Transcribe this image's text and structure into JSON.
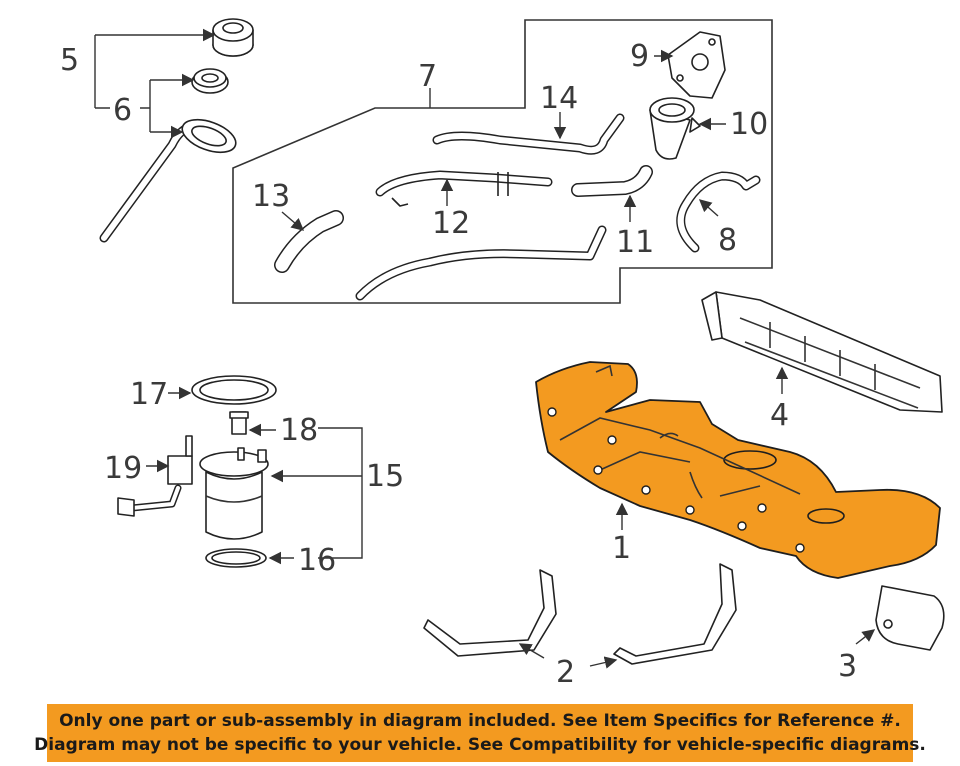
{
  "diagram": {
    "colors": {
      "highlight": "#f39a20",
      "line": "#222222",
      "background": "#ffffff"
    },
    "callouts": {
      "c1": "1",
      "c2": "2",
      "c3": "3",
      "c4": "4",
      "c5": "5",
      "c6": "6",
      "c7": "7",
      "c8": "8",
      "c9": "9",
      "c10": "10",
      "c11": "11",
      "c12": "12",
      "c13": "13",
      "c14": "14",
      "c15": "15",
      "c16": "16",
      "c17": "17",
      "c18": "18",
      "c19": "19"
    }
  },
  "footer": {
    "line1": "Only one part or sub-assembly in diagram included. See Item Specifics for Reference #.",
    "line2": "Diagram may not be specific to your vehicle. See Compatibility for vehicle-specific diagrams."
  }
}
